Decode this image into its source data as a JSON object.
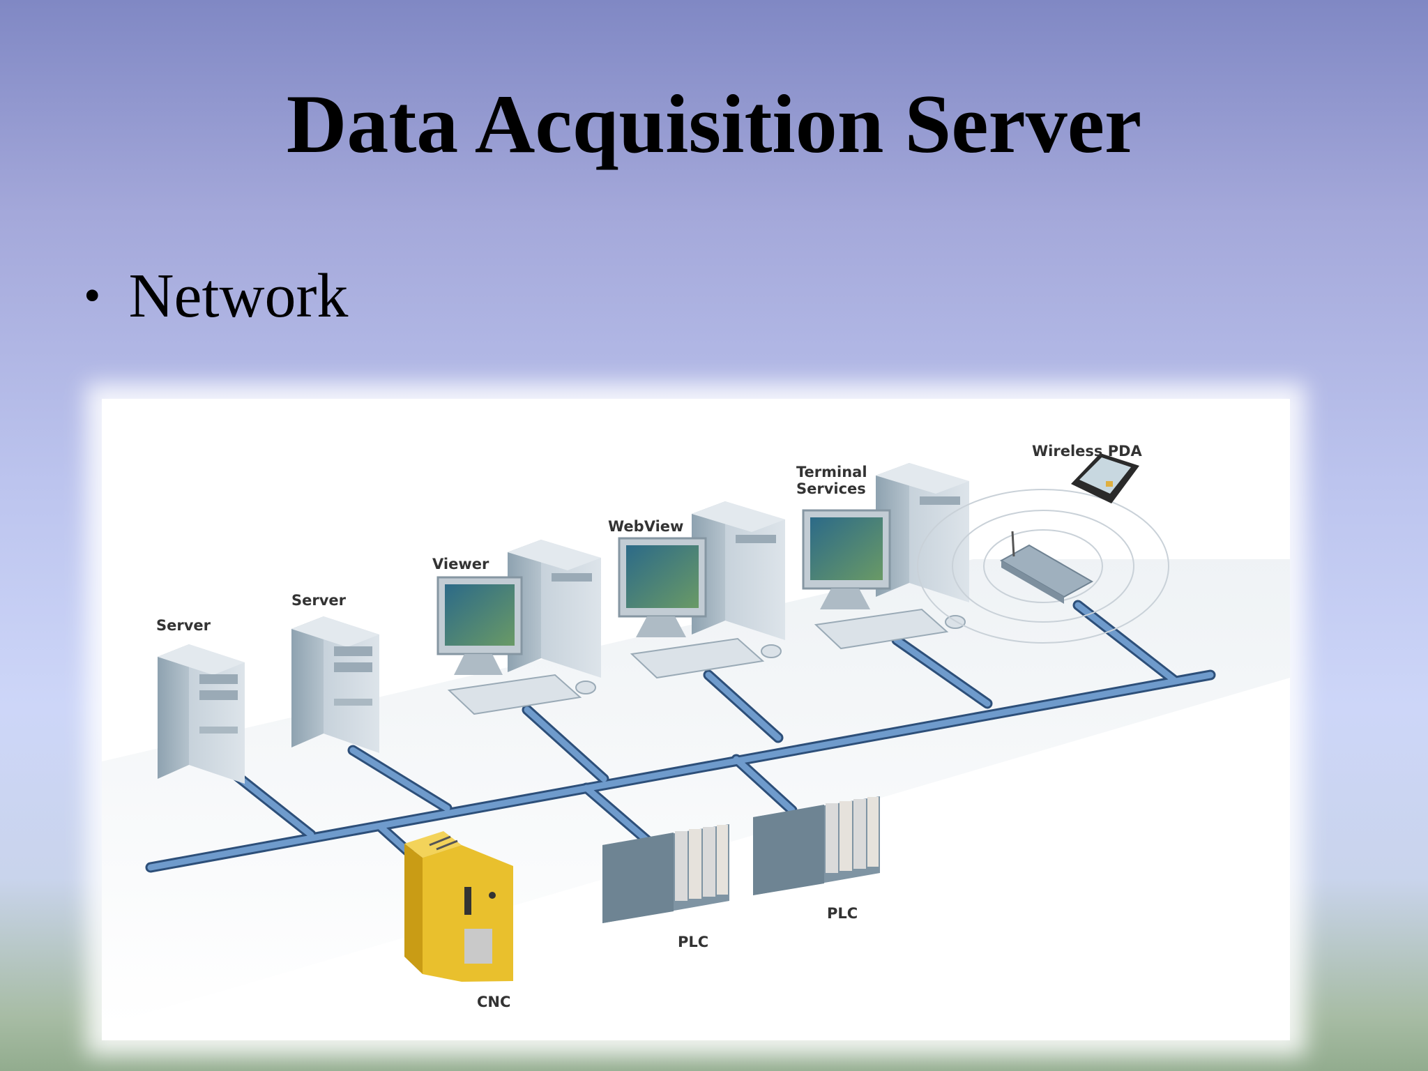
{
  "slide": {
    "title": "Data Acquisition Server",
    "bullet": "Network"
  },
  "diagram": {
    "labels": {
      "server_1": "Server",
      "server_2": "Server",
      "viewer": "Viewer",
      "webview": "WebView",
      "terminal_services_line1": "Terminal",
      "terminal_services_line2": "Services",
      "wireless_pda": "Wireless PDA",
      "cnc": "CNC",
      "plc_1": "PLC",
      "plc_2": "PLC"
    }
  },
  "colors": {
    "cable": "#5b85b8",
    "cnc": "#e9c02d",
    "equipment": "#b7c4cf"
  }
}
